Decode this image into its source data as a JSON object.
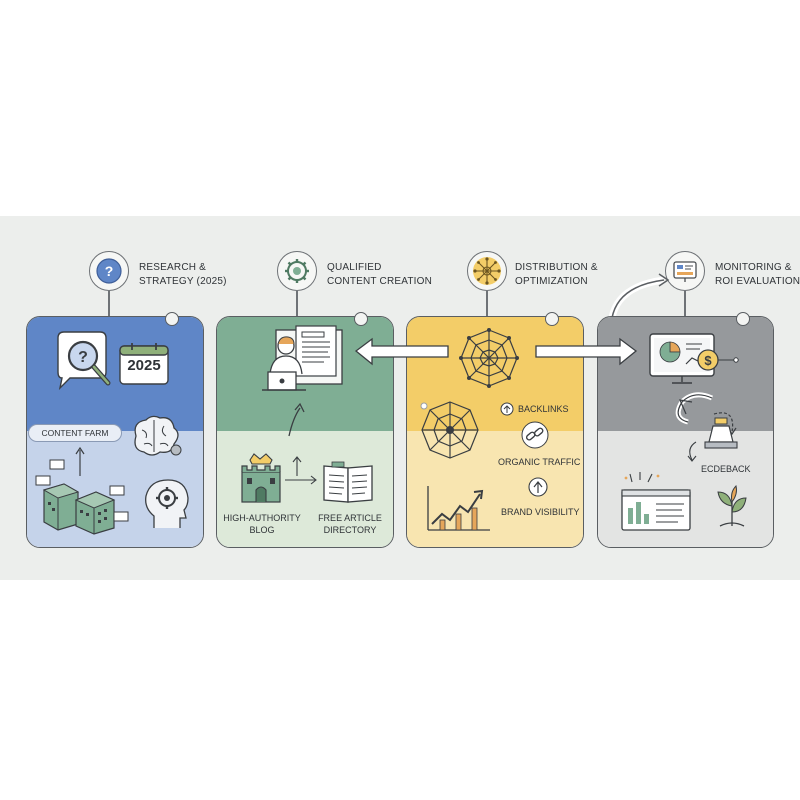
{
  "stages": [
    {
      "title_line1": "Research &",
      "title_line2": "Strategy (2025)",
      "year_badge": "2025",
      "tag": "Content Farm"
    },
    {
      "title_line1": "Qualified",
      "title_line2": "Content Creation",
      "label_left_line1": "High-Authority",
      "label_left_line2": "Blog",
      "label_right_line1": "Free Article",
      "label_right_line2": "Directory"
    },
    {
      "title_line1": "Distribution &",
      "title_line2": "Optimization",
      "item1": "Backlinks",
      "item2": "Organic Traffic",
      "item3": "Brand Visibility"
    },
    {
      "title_line1": "Monitoring &",
      "title_line2": "ROI Evaluation",
      "feedback": "Ecdeback"
    }
  ],
  "colors": {
    "blue_top": "#5f86c7",
    "blue_bottom": "#c5d3ea",
    "green_top": "#7fae94",
    "green_bottom": "#dde9d9",
    "yellow_top": "#f3cd68",
    "yellow_bottom": "#f8e5b0",
    "gray_top": "#96999c",
    "gray_bottom": "#e3e4e3"
  }
}
